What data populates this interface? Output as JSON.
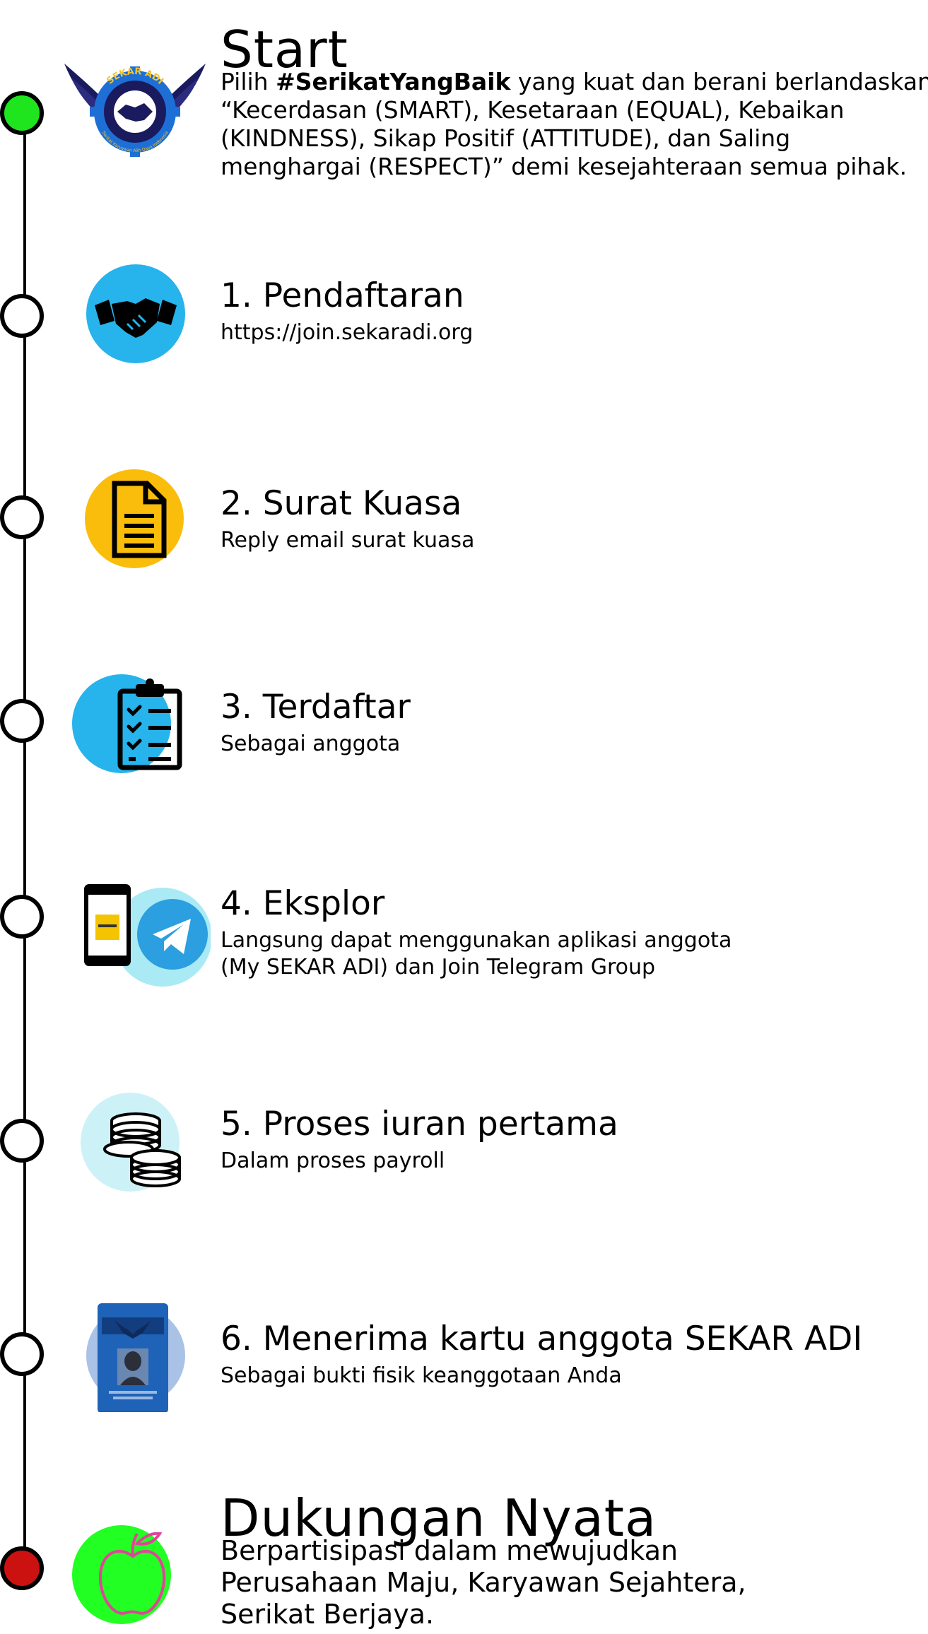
{
  "colors": {
    "start_node": "#1fe51f",
    "end_node": "#cc1111",
    "accent_blue": "#27b3ec",
    "accent_yellow": "#fbbd0b",
    "accent_lightblue": "#aaeaf5",
    "accent_green": "#22ff22"
  },
  "start": {
    "title": "Start",
    "lead": "Pilih ",
    "hashtag": "#SerikatYangBaik",
    "line1_rest": " yang kuat dan berani berlandaskan",
    "line2": "“Kecerdasan (SMART), Kesetaraan (EQUAL), Kebaikan",
    "line3": "(KINDNESS), Sikap Positif (ATTITUDE), dan Saling",
    "line4": "menghargai (RESPECT)” demi kesejahteraan semua pihak.",
    "logo": {
      "arc_top": "SEKAR ADI",
      "arc_bottom": "Serikat Karyawan Alih Daya Indonesia",
      "icon": "handshake-gear-logo"
    }
  },
  "steps": [
    {
      "title": "1. Pendaftaran",
      "sub": "https://join.sekaradi.org",
      "icon": "handshake-icon"
    },
    {
      "title": "2. Surat Kuasa",
      "sub": "Reply email surat kuasa",
      "icon": "document-icon"
    },
    {
      "title": "3. Terdaftar",
      "sub": "Sebagai anggota",
      "icon": "clipboard-checklist-icon"
    },
    {
      "title": "4. Eksplor",
      "sub_line1": "Langsung dapat menggunakan aplikasi anggota",
      "sub_line2": "(My SEKAR ADI) dan Join Telegram Group",
      "icon": "phone-telegram-icon"
    },
    {
      "title": "5. Proses iuran pertama",
      "sub": "Dalam proses payroll",
      "icon": "coins-icon"
    },
    {
      "title": "6. Menerima kartu anggota SEKAR ADI",
      "sub": "Sebagai bukti fisik keanggotaan Anda",
      "icon": "member-card-icon"
    }
  ],
  "end": {
    "title": "Dukungan Nyata",
    "line1": "Berpartisipasi dalam mewujudkan",
    "line2": "Perusahaan Maju, Karyawan Sejahtera,",
    "line3": "Serikat Berjaya.",
    "icon": "apple-icon"
  }
}
